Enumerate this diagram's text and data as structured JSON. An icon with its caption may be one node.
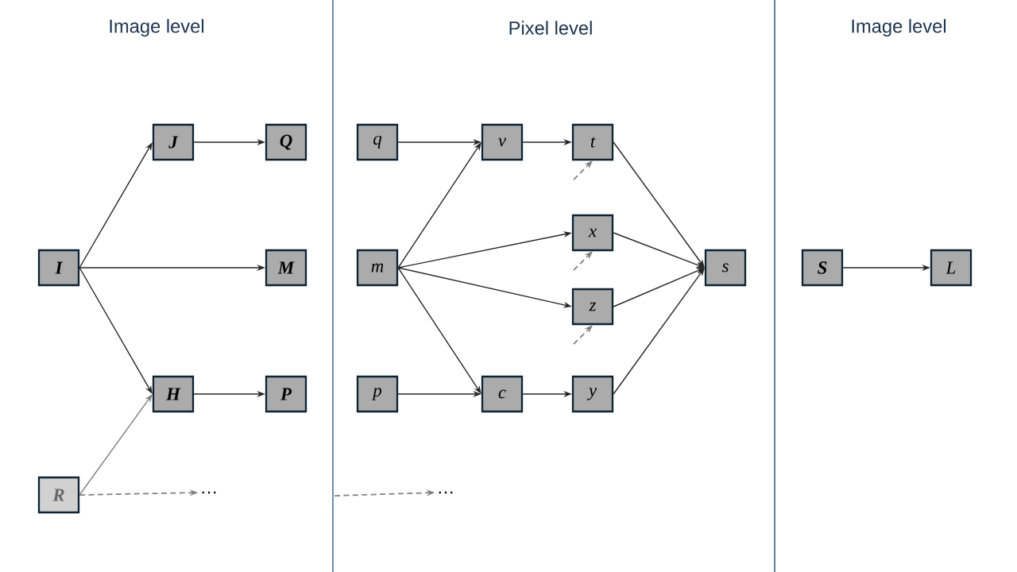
{
  "diagram": {
    "nodes": [
      {
        "text": [
          "I"
        ]
      },
      {
        "text": [
          "J"
        ]
      },
      {
        "text": [
          "Q"
        ]
      },
      {
        "text": [
          "M"
        ]
      },
      {
        "text": [
          "H"
        ]
      },
      {
        "text": [
          "P"
        ]
      },
      {
        "text": [
          "R"
        ]
      },
      {
        "text": [
          "…"
        ]
      },
      {
        "text": [
          "q"
        ]
      },
      {
        "text": [
          "m"
        ]
      },
      {
        "text": [
          "p"
        ]
      },
      {
        "text": [
          "v"
        ]
      },
      {
        "text": [
          "c"
        ]
      },
      {
        "text": [
          "t"
        ]
      },
      {
        "text": [
          "x"
        ]
      },
      {
        "text": [
          "z"
        ]
      },
      {
        "text": [
          "y"
        ]
      },
      {
        "text": [
          "s"
        ]
      },
      {
        "text": [
          "…"
        ]
      },
      {
        "text": [
          "S"
        ]
      },
      {
        "text": [
          "L"
        ]
      }
    ],
    "edges": [
      {
        "from": 0,
        "to": 1,
        "arrow": "to"
      },
      {
        "from": 0,
        "to": 3,
        "arrow": "to"
      },
      {
        "from": 0,
        "to": 4,
        "arrow": "to"
      },
      {
        "from": 1,
        "to": 2,
        "arrow": "to"
      },
      {
        "from": 4,
        "to": 5,
        "arrow": "to"
      },
      {
        "from": 6,
        "to": 4,
        "arrow": "to",
        "color": "#808080"
      },
      {
        "from": 6,
        "to": 7,
        "arrow": "to",
        "style": "dashed",
        "color": "#808080"
      },
      {
        "from": 8,
        "to": 11,
        "arrow": "to"
      },
      {
        "from": 9,
        "to": 11,
        "arrow": "to"
      },
      {
        "from": 9,
        "to": 14,
        "arrow": "to"
      },
      {
        "from": 9,
        "to": 15,
        "arrow": "to"
      },
      {
        "from": 9,
        "to": 12,
        "arrow": "to"
      },
      {
        "from": 10,
        "to": 12,
        "arrow": "to"
      },
      {
        "from": 11,
        "to": 13,
        "arrow": "to"
      },
      {
        "from": 12,
        "to": 16,
        "arrow": "to"
      },
      {
        "from": null,
        "to": 13,
        "arrow": "to",
        "style": "dashed",
        "color": "#808080"
      },
      {
        "from": null,
        "to": 14,
        "arrow": "to",
        "style": "dashed",
        "color": "#808080"
      },
      {
        "from": null,
        "to": 15,
        "arrow": "to",
        "style": "dashed",
        "color": "#808080"
      },
      {
        "from": 13,
        "to": 17,
        "arrow": "to"
      },
      {
        "from": 14,
        "to": 17,
        "arrow": "to"
      },
      {
        "from": 15,
        "to": 17,
        "arrow": "to"
      },
      {
        "from": 16,
        "to": 17,
        "arrow": "to"
      },
      {
        "from": null,
        "to": 18,
        "arrow": "to",
        "style": "dashed",
        "color": "#808080"
      },
      {
        "from": 19,
        "to": 20,
        "arrow": "to"
      }
    ],
    "labels": [
      "Image level",
      "Pixel level",
      "Image level"
    ]
  }
}
